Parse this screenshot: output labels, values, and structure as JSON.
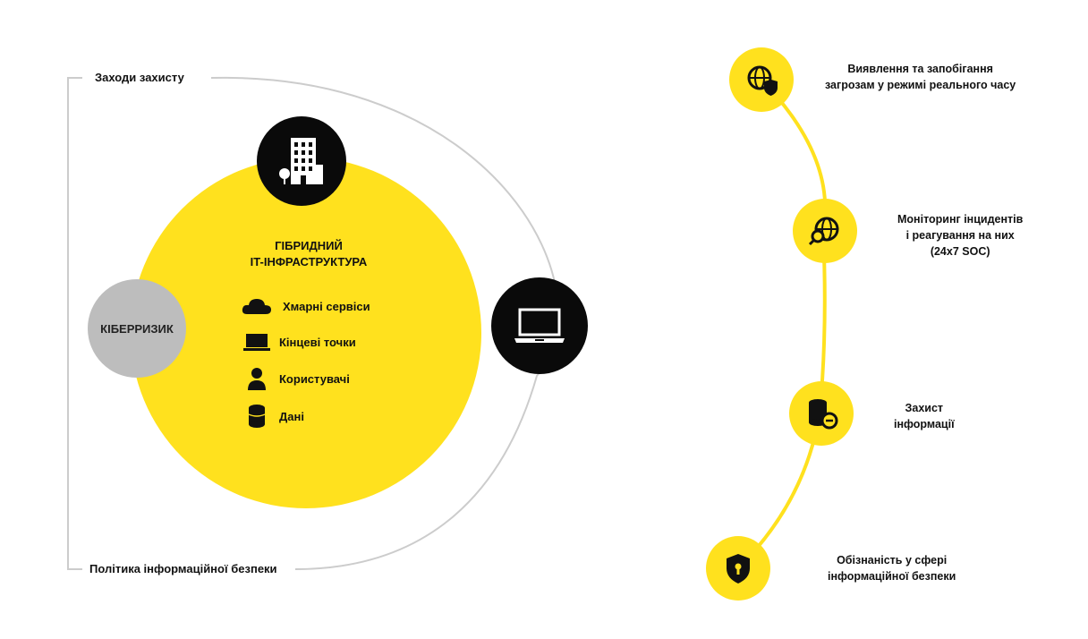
{
  "left": {
    "top_label": "Заходи захисту",
    "bottom_label": "Політика інформаційної безпеки",
    "risk_label": "КІБЕРРИЗИК",
    "center_title": [
      "ГІБРИДНИЙ",
      "IT-ІНФРАСТРУКТУРА"
    ],
    "items": [
      {
        "label": "Хмарні сервіси",
        "icon": "cloud-icon"
      },
      {
        "label": "Кінцеві точки",
        "icon": "laptop-icon"
      },
      {
        "label": "Користувачі",
        "icon": "user-icon"
      },
      {
        "label": "Дані",
        "icon": "database-icon"
      }
    ],
    "top_icon": "building-icon",
    "right_icon": "laptop-icon"
  },
  "right": {
    "steps": [
      {
        "lines": [
          "Виявлення та запобігання",
          "загрозам у режимі реального часу"
        ],
        "icon": "globe-shield-icon"
      },
      {
        "lines": [
          "Моніторинг інцидентів",
          "і реагування на них",
          "(24x7 SOC)"
        ],
        "icon": "globe-search-icon"
      },
      {
        "lines": [
          "Захист",
          "інформації"
        ],
        "icon": "data-lock-icon"
      },
      {
        "lines": [
          "Обізнаність у сфері",
          "інформаційної безпеки"
        ],
        "icon": "shield-lock-icon"
      }
    ]
  },
  "colors": {
    "accent": "#FFE11E",
    "dark": "#0a0a0a",
    "grey": "#BDBDBD",
    "line": "#CCCCCC"
  }
}
